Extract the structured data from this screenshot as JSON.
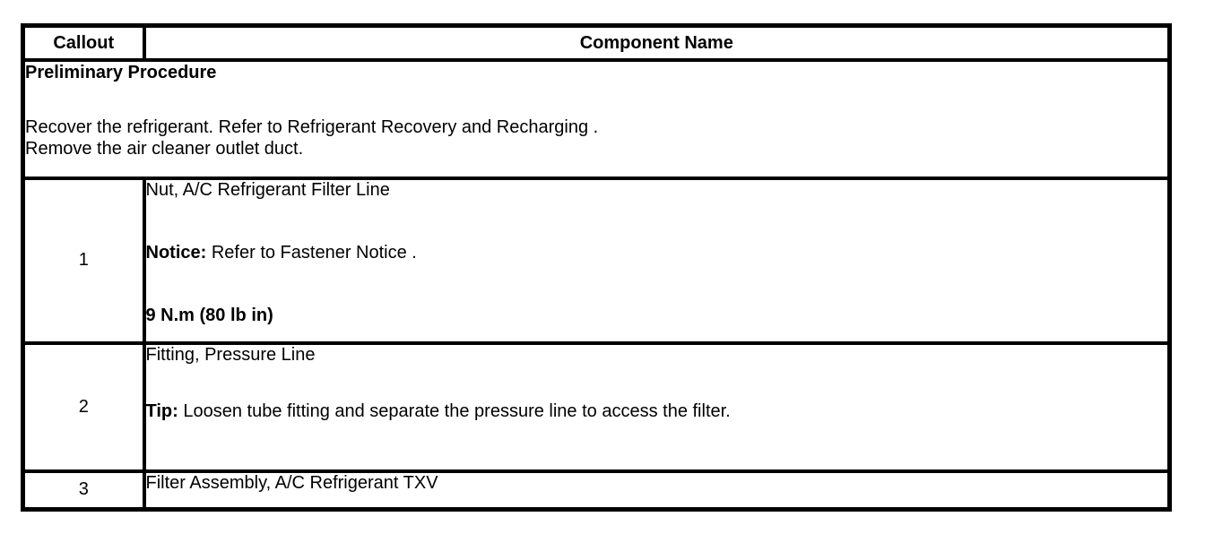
{
  "colors": {
    "background": "#ffffff",
    "border": "#000000",
    "text": "#000000"
  },
  "table": {
    "header": {
      "callout": "Callout",
      "component": "Component Name"
    },
    "preliminary": {
      "title": "Preliminary Procedure",
      "lines": [
        "Recover the refrigerant. Refer to Refrigerant Recovery and Recharging .",
        "Remove the air cleaner outlet duct."
      ]
    },
    "rows": [
      {
        "callout": "1",
        "name": "Nut, A/C Refrigerant Filter Line",
        "notice_label": "Notice:",
        "notice_text": " Refer to Fastener Notice .",
        "torque": "9 N.m (80 lb in)"
      },
      {
        "callout": "2",
        "name": "Fitting, Pressure Line",
        "tip_label": "Tip:",
        "tip_text": " Loosen tube fitting and separate the pressure line to access the filter."
      },
      {
        "callout": "3",
        "name": "Filter Assembly, A/C Refrigerant TXV"
      }
    ]
  }
}
